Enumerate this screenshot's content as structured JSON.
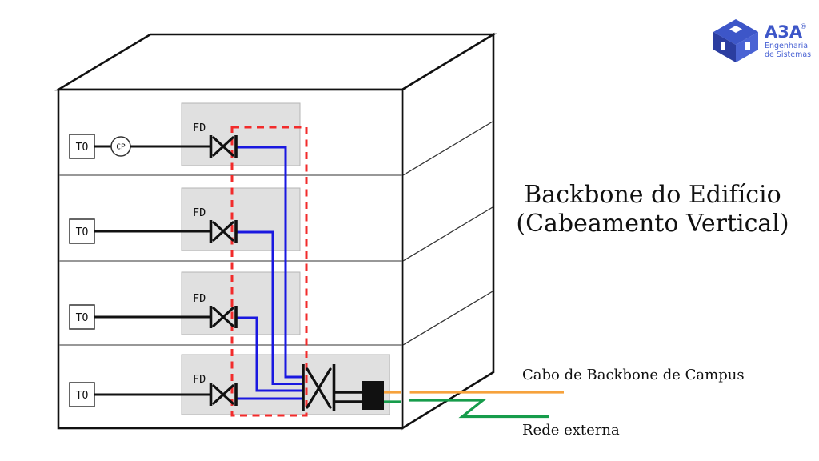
{
  "title": {
    "line1": "Backbone do Edifício",
    "line2": "(Cabeamento Vertical)"
  },
  "logo": {
    "brand": "A3A",
    "registered": "®",
    "tagline1": "Engenharia",
    "tagline2": "de Sistemas"
  },
  "labels": {
    "campus_backbone": "Cabo de Backbone de Campus",
    "external_network": "Rede externa"
  },
  "floors": [
    {
      "to": "TO",
      "cp": "CP",
      "fd": "FD"
    },
    {
      "to": "TO",
      "fd": "FD"
    },
    {
      "to": "TO",
      "fd": "FD"
    },
    {
      "to": "TO",
      "fd": "FD"
    }
  ],
  "colors": {
    "cable_blue": "#1a18e0",
    "riser_red": "#f22b2b",
    "campus_orange": "#f6a23c",
    "external_green": "#169c4b",
    "panel_gray": "#e0e0e0",
    "line_black": "#111111",
    "logo_dark_blue": "#2b3da0",
    "logo_mid_blue": "#3d56c8",
    "logo_light_blue": "#4a63d4"
  }
}
